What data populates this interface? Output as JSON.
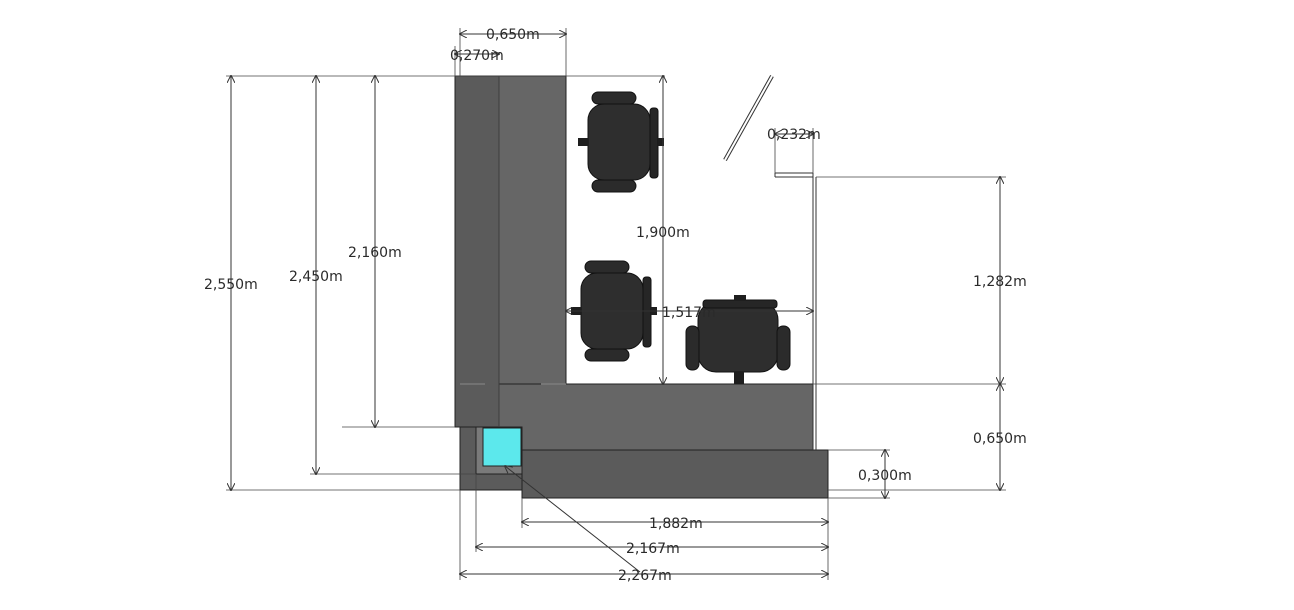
{
  "dimensions": {
    "width_top": "0,650m",
    "width_left_strip": "0,270m",
    "height_total": "2,550m",
    "height_2450": "2,450m",
    "height_2160": "2,160m",
    "desk_depth": "1,900m",
    "interior_width": "1,517m",
    "wall_small": "0,232m",
    "right_height": "1,282m",
    "bottom_depth": "0,650m",
    "step_height": "0,300m",
    "bottom_1882": "1,882m",
    "bottom_2167": "2,167m",
    "bottom_2267": "2,267m"
  },
  "colors": {
    "desk_dark": "#5b5b5b",
    "desk_mid": "#666666",
    "accent_cyan": "#5ce8ec",
    "chair": "#2e2e2e"
  },
  "objects": [
    {
      "name": "office-chair",
      "icon": "chair-top-view"
    },
    {
      "name": "office-chair",
      "icon": "chair-top-view"
    },
    {
      "name": "office-chair",
      "icon": "chair-top-view"
    },
    {
      "name": "door-leaf",
      "icon": "door-line"
    },
    {
      "name": "cyan-block",
      "icon": "square"
    }
  ]
}
